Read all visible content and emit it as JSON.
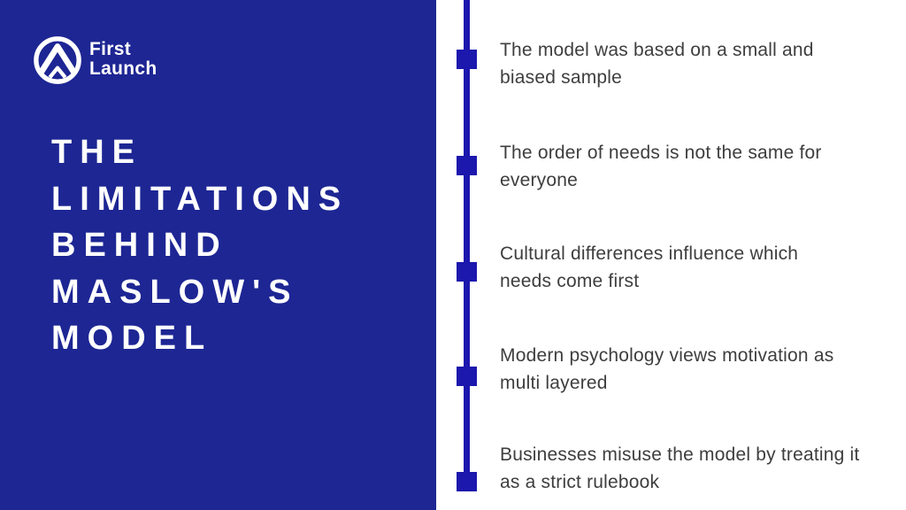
{
  "brand": {
    "line1": "First",
    "line2": "Launch"
  },
  "title": "THE\nLIMITATIONS\nBEHIND\nMASLOW'S\nMODEL",
  "timeline": {
    "items": [
      {
        "text": "The model was based on a small and\nbiased sample"
      },
      {
        "text": "The order of needs is not the same for\neveryone"
      },
      {
        "text": "Cultural differences influence which\nneeds come first"
      },
      {
        "text": "Modern psychology views motivation as\nmulti layered"
      },
      {
        "text": "Businesses misuse the model by treating it\nas a strict rulebook"
      }
    ]
  },
  "colors": {
    "panel_blue": "#1d2693",
    "timeline_blue": "#1c17ad",
    "body_text": "#3e3e3e",
    "white": "#ffffff"
  }
}
